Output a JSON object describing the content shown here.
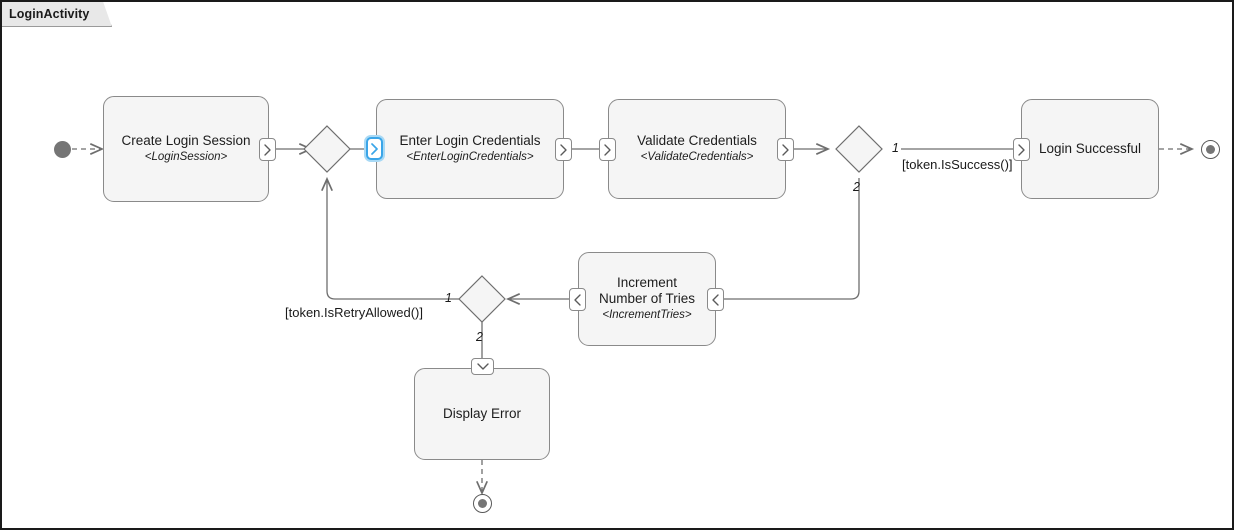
{
  "frame": {
    "label": "LoginActivity"
  },
  "nodes": [
    {
      "id": "create-login-session",
      "title": "Create Login Session",
      "stereotype": "<LoginSession>"
    },
    {
      "id": "enter-login-credentials",
      "title": "Enter Login Credentials",
      "stereotype": "<EnterLoginCredentials>"
    },
    {
      "id": "validate-credentials",
      "title": "Validate Credentials",
      "stereotype": "<ValidateCredentials>"
    },
    {
      "id": "login-successful",
      "title": "Login Successful",
      "stereotype": ""
    },
    {
      "id": "increment-number-of-tries",
      "title": "Increment\nNumber of Tries",
      "stereotype": "<IncrementTries>"
    },
    {
      "id": "display-error",
      "title": "Display Error",
      "stereotype": ""
    }
  ],
  "decisions": {
    "validate_branch_1": "1",
    "validate_branch_2": "2",
    "retry_branch_1": "1",
    "retry_branch_2": "2"
  },
  "guards": {
    "is_success": "[token.IsSuccess()]",
    "is_retry_allowed": "[token.IsRetryAllowed()]"
  },
  "colors": {
    "node_fill": "#f5f5f5",
    "node_border": "#8a8a8a",
    "edge": "#6e6e6e",
    "selection": "#3aa5e8",
    "initial_node": "#757575",
    "frame_tab": "#e8e8e8"
  },
  "icons": {
    "pin_right": "chevron-right-icon",
    "pin_left": "chevron-left-icon",
    "pin_down": "chevron-down-icon"
  }
}
